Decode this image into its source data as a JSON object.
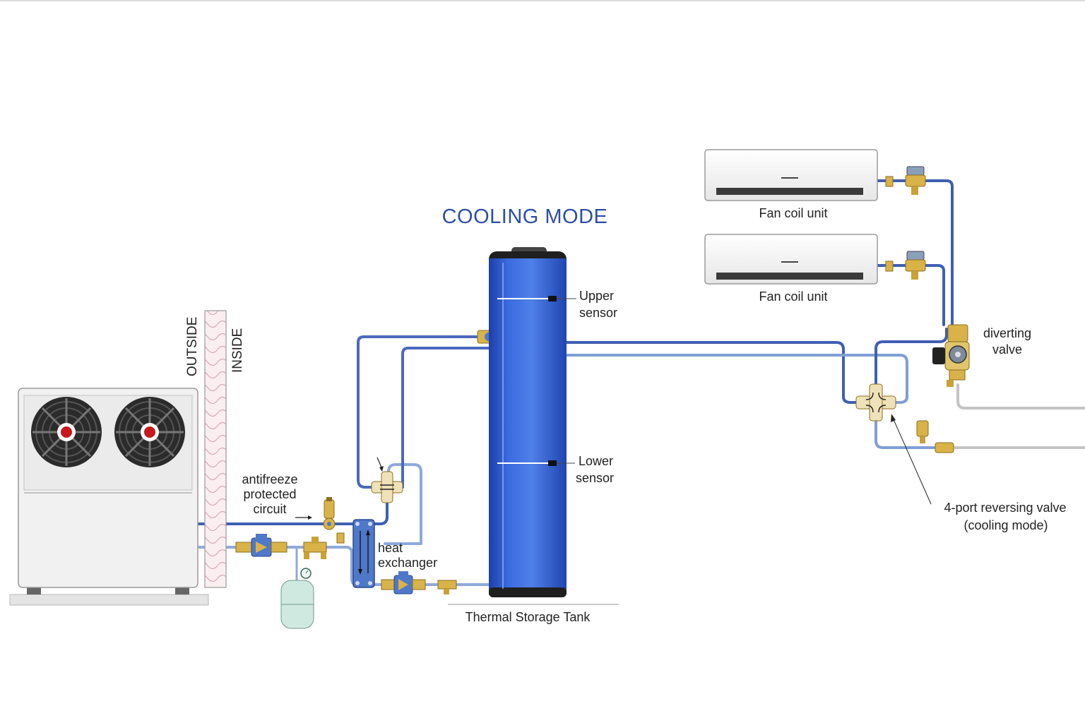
{
  "title": "COOLING MODE",
  "labels": {
    "outside": "OUTSIDE",
    "inside": "INSIDE",
    "antifreeze": [
      "antifreeze",
      "protected",
      "circuit"
    ],
    "heat_exchanger": [
      "heat",
      "exchanger"
    ],
    "upper_sensor": [
      "Upper",
      "sensor"
    ],
    "lower_sensor": [
      "Lower",
      "sensor"
    ],
    "tank": "Thermal Storage Tank",
    "fan_coil_1": "Fan coil unit",
    "fan_coil_2": "Fan coil unit",
    "diverting_valve": [
      "diverting",
      "valve"
    ],
    "reversing_valve": [
      "4-port reversing valve",
      "(cooling mode)"
    ]
  },
  "colors": {
    "title": "#2c4fa3",
    "pipe_supply": "#3e5fb4",
    "pipe_return": "#7f9fd6",
    "pipe_grey": "#c4c4c4",
    "tank": "#2f5bd0",
    "fan_center": "#c8171d",
    "brass": "#d9b347"
  }
}
